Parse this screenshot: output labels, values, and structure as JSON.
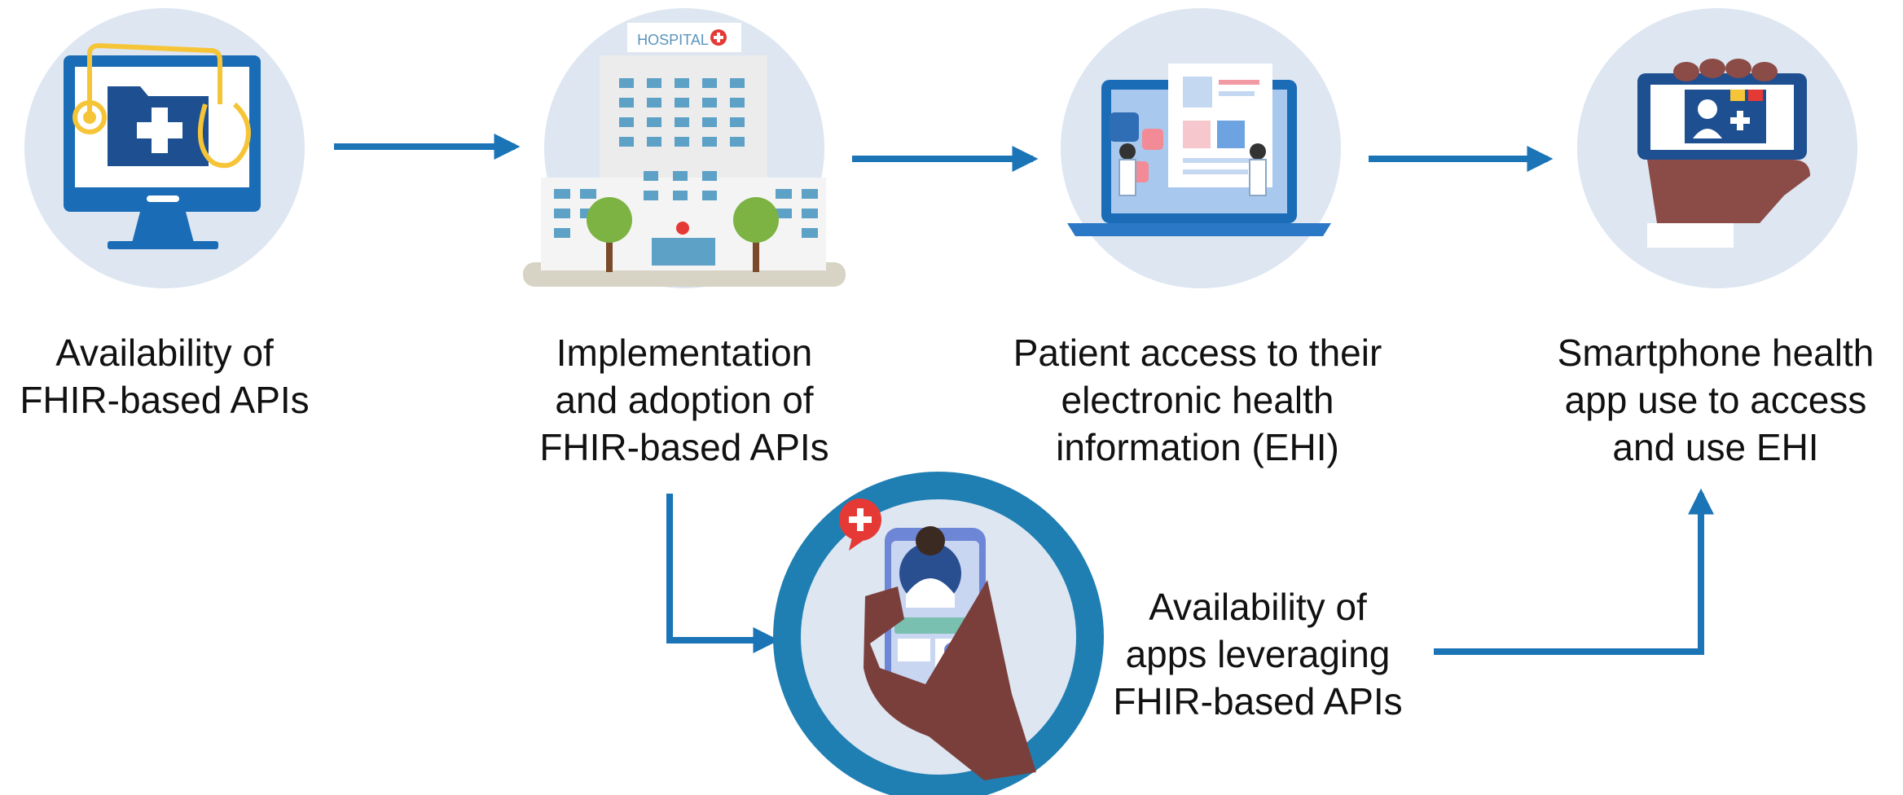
{
  "colors": {
    "arrow": "#1a74b6",
    "circle_bg": "#dde6f1",
    "ring": "#1f7fb3",
    "monitor": "#1a6cb7",
    "folder": "#1d4f91",
    "stethoscope": "#f6c437",
    "skin": "#8b4b46",
    "red_badge": "#e53935"
  },
  "icons": {
    "step1": "computer-monitor-medical-folder-stethoscope-icon",
    "step2": "hospital-building-icon",
    "step3": "laptop-patient-record-icon",
    "step4": "hand-holding-smartphone-icon",
    "step5": "hand-holding-phone-doctor-app-icon"
  },
  "hospital_sign": "HOSPITAL",
  "steps": {
    "availability": {
      "lines": [
        "Availability of",
        "FHIR-based APIs"
      ]
    },
    "implementation": {
      "lines": [
        "Implementation",
        "and adoption of",
        "FHIR-based APIs"
      ]
    },
    "patient_access": {
      "lines": [
        "Patient access to their",
        "electronic health",
        "information (EHI)"
      ]
    },
    "smartphone_use": {
      "lines": [
        "Smartphone health",
        "app use to access",
        "and use EHI"
      ]
    },
    "apps": {
      "lines": [
        "Availability of",
        "apps leveraging",
        "FHIR-based APIs"
      ]
    }
  }
}
